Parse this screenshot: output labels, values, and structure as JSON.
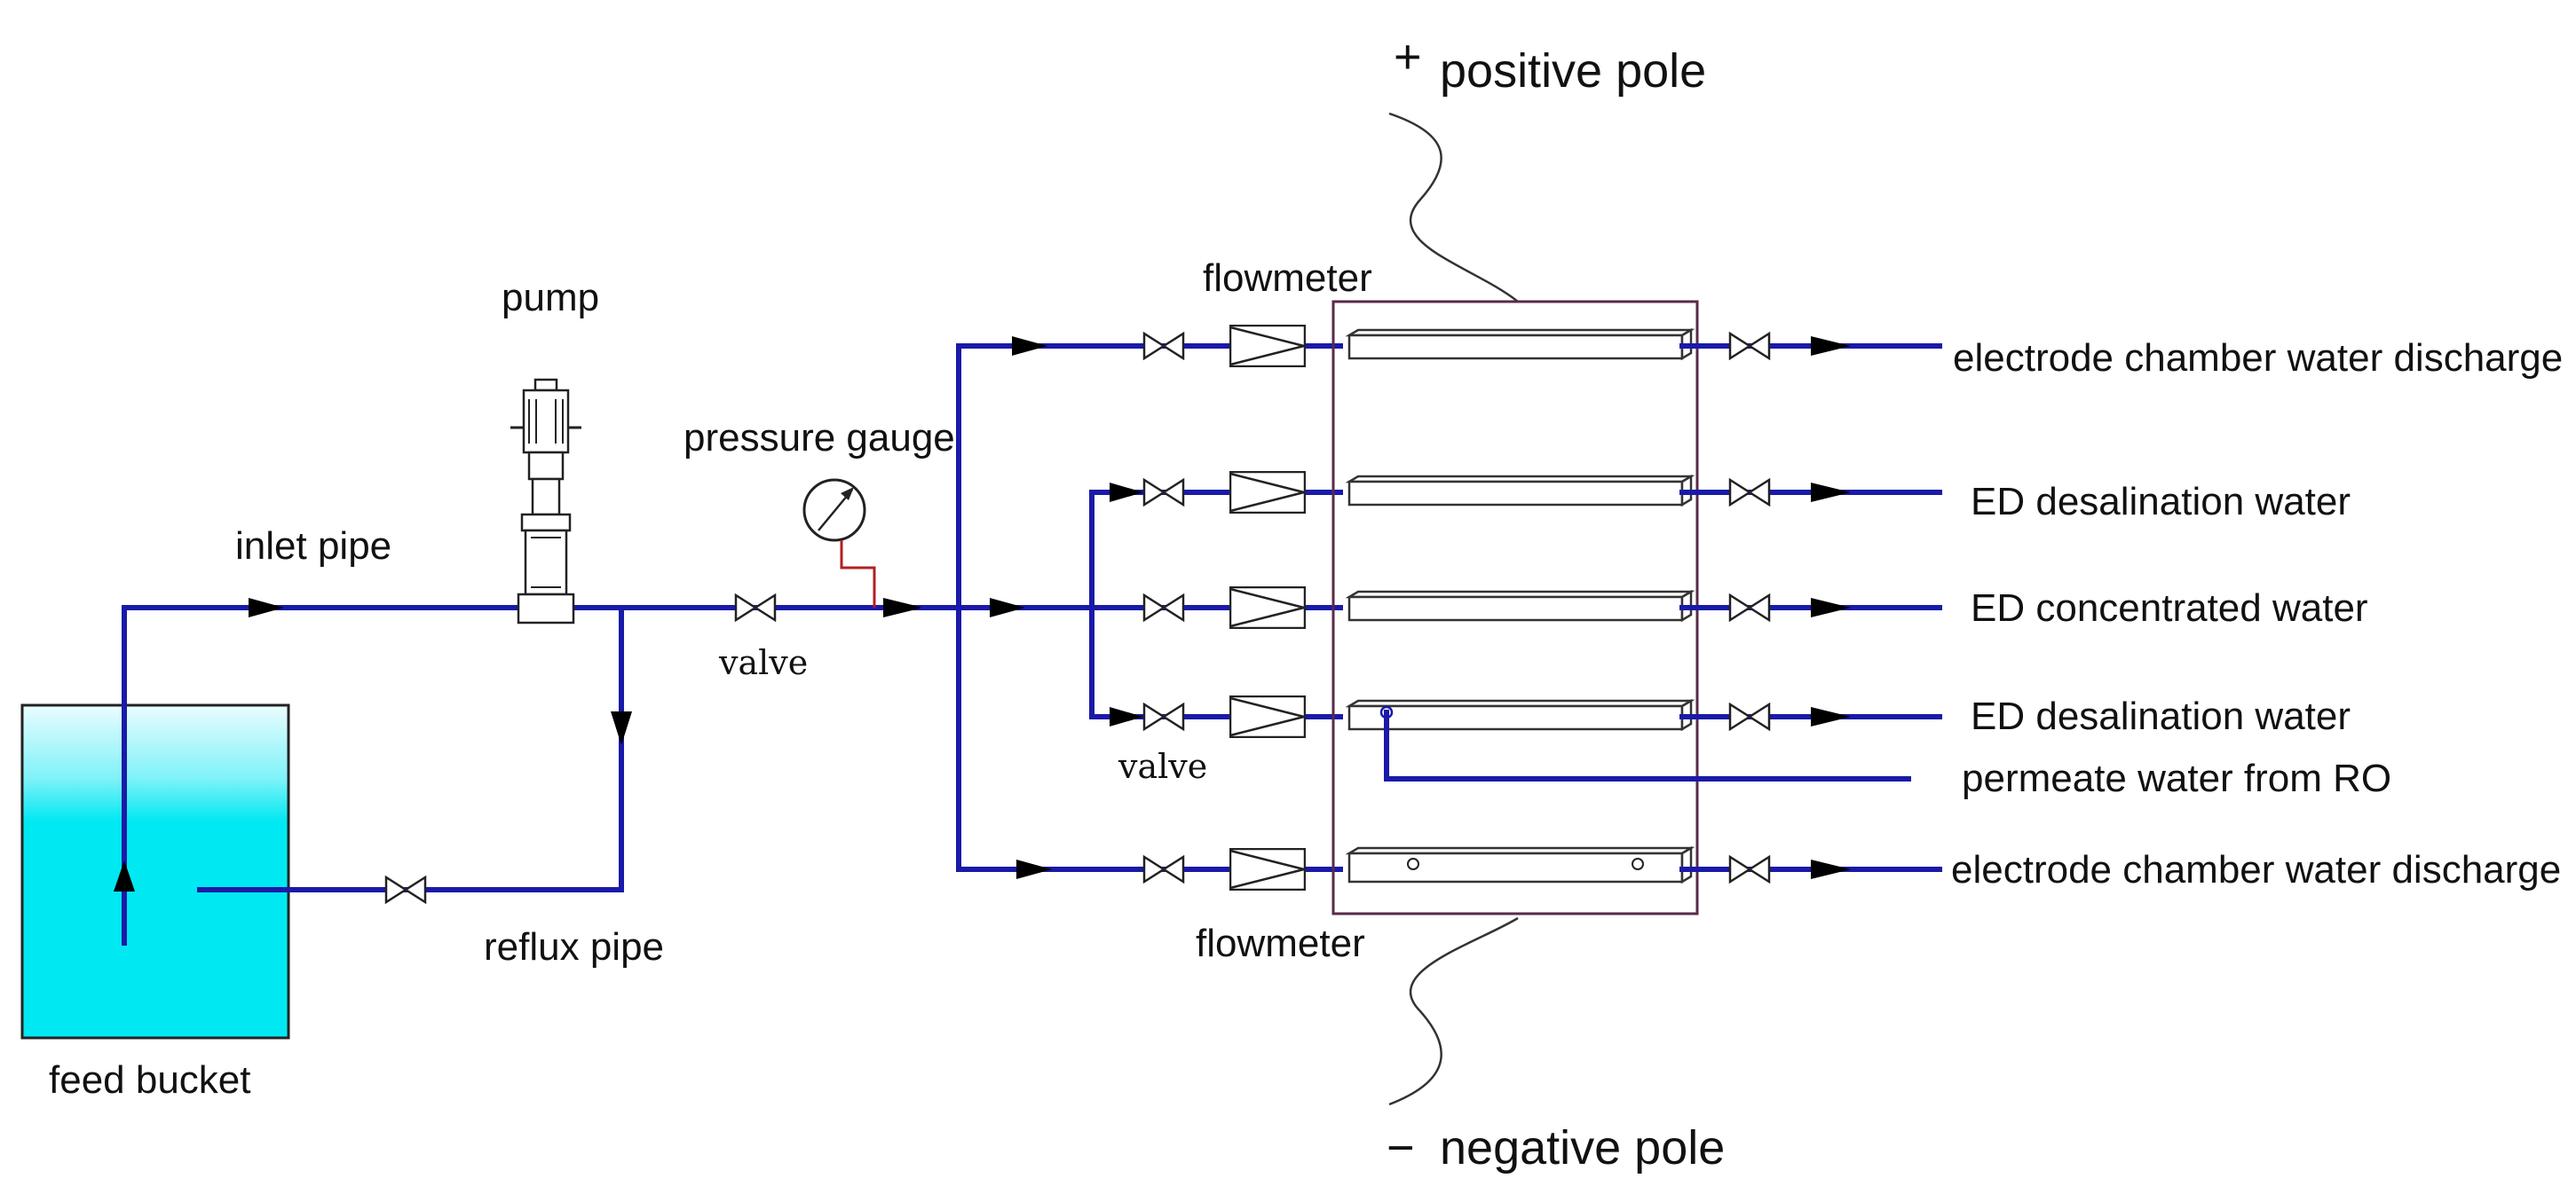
{
  "labels": {
    "positive_pole": "positive pole",
    "positive_sign": "+",
    "negative_pole": "negative pole",
    "negative_sign": "−",
    "pump": "pump",
    "inlet_pipe": "inlet pipe",
    "pressure_gauge": "pressure gauge",
    "valve_main": "valve",
    "valve_branch": "valve",
    "flowmeter_top": "flowmeter",
    "flowmeter_bottom": "flowmeter",
    "reflux_pipe": "reflux pipe",
    "feed_bucket": "feed bucket"
  },
  "outlets": [
    "electrode chamber water discharge",
    "ED desalination water",
    "ED concentrated water",
    "ED desalination water",
    "permeate water from RO",
    "electrode chamber water discharge"
  ],
  "colors": {
    "pipe": "#1a1aa8",
    "water_top": "#eafcff",
    "water": "#00e8f2",
    "membrane_stack": "#5a2a4a",
    "gauge_stem": "#b02020"
  }
}
